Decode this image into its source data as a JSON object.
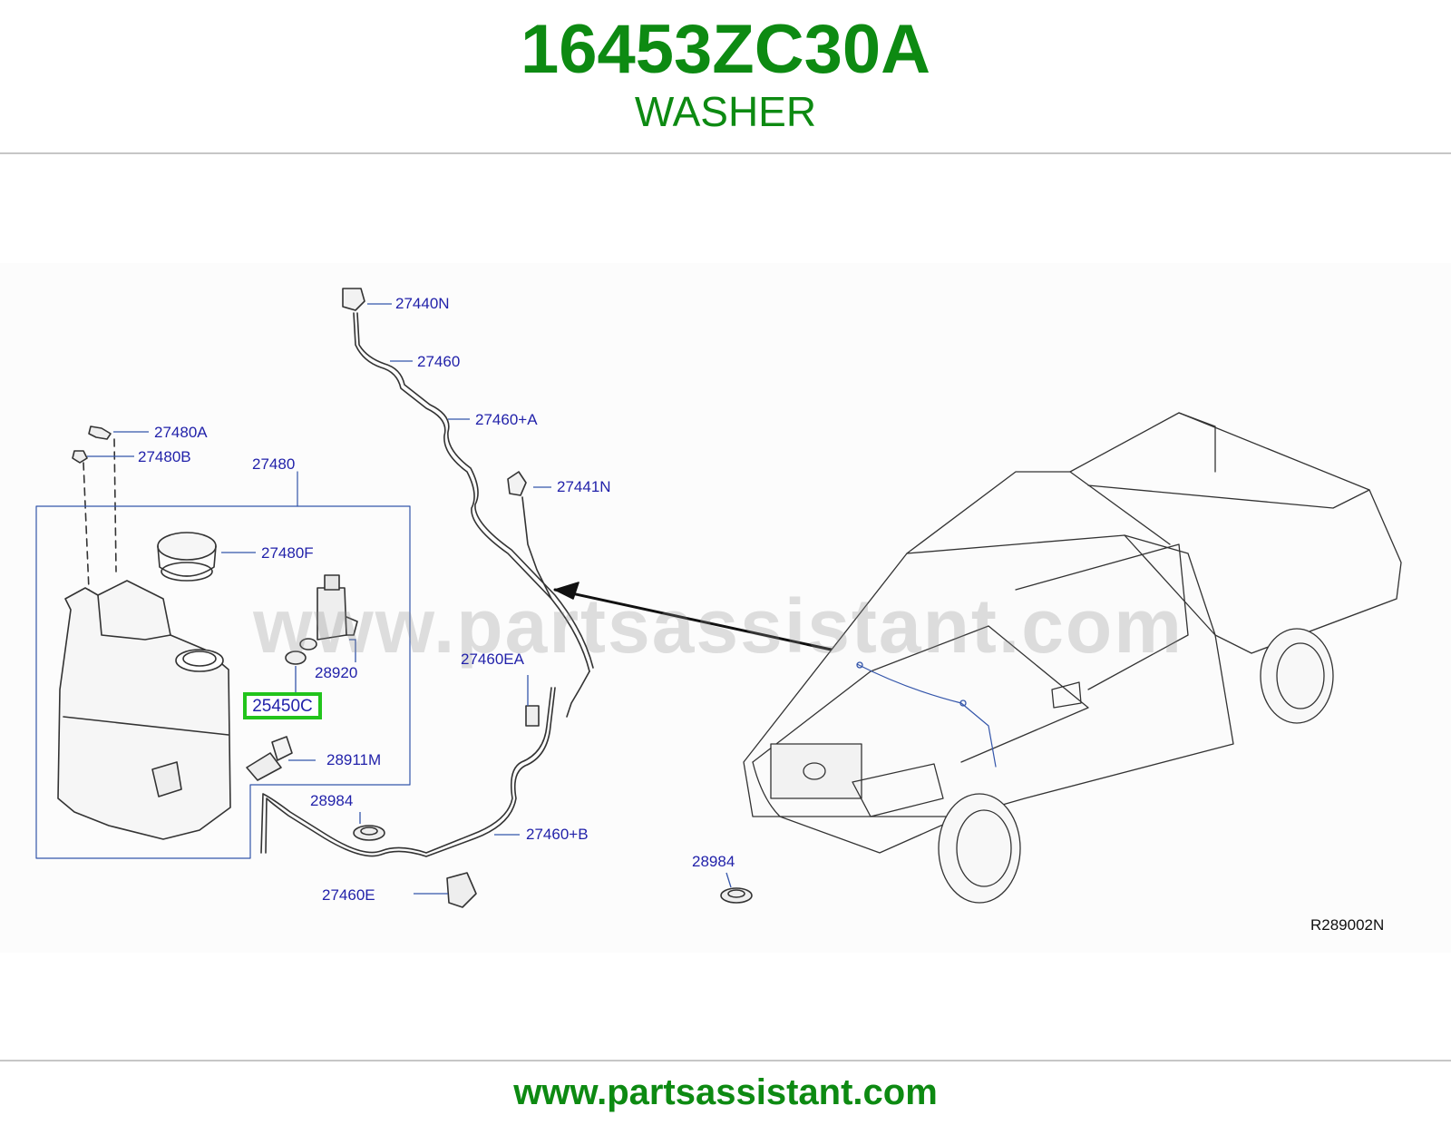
{
  "header": {
    "part_number": "16453ZC30A",
    "category": "WASHER"
  },
  "diagram": {
    "labels": {
      "l_27440N": "27440N",
      "l_27460": "27460",
      "l_27460A": "27460+A",
      "l_27441N": "27441N",
      "l_27480A": "27480A",
      "l_27480B": "27480B",
      "l_27480": "27480",
      "l_27480F": "27480F",
      "l_28920": "28920",
      "l_27460EA": "27460EA",
      "l_28911M": "28911M",
      "l_28984a": "28984",
      "l_27460B": "27460+B",
      "l_27460E": "27460E",
      "l_28984b": "28984"
    },
    "highlighted_part": "25450C",
    "reference_code": "R289002N",
    "watermark": "www.partsassistant.com"
  },
  "footer": {
    "url": "www.partsassistant.com"
  },
  "colors": {
    "brand_green": "#0d8a12",
    "label_blue": "#2222aa",
    "highlight_green": "#22c41c"
  }
}
